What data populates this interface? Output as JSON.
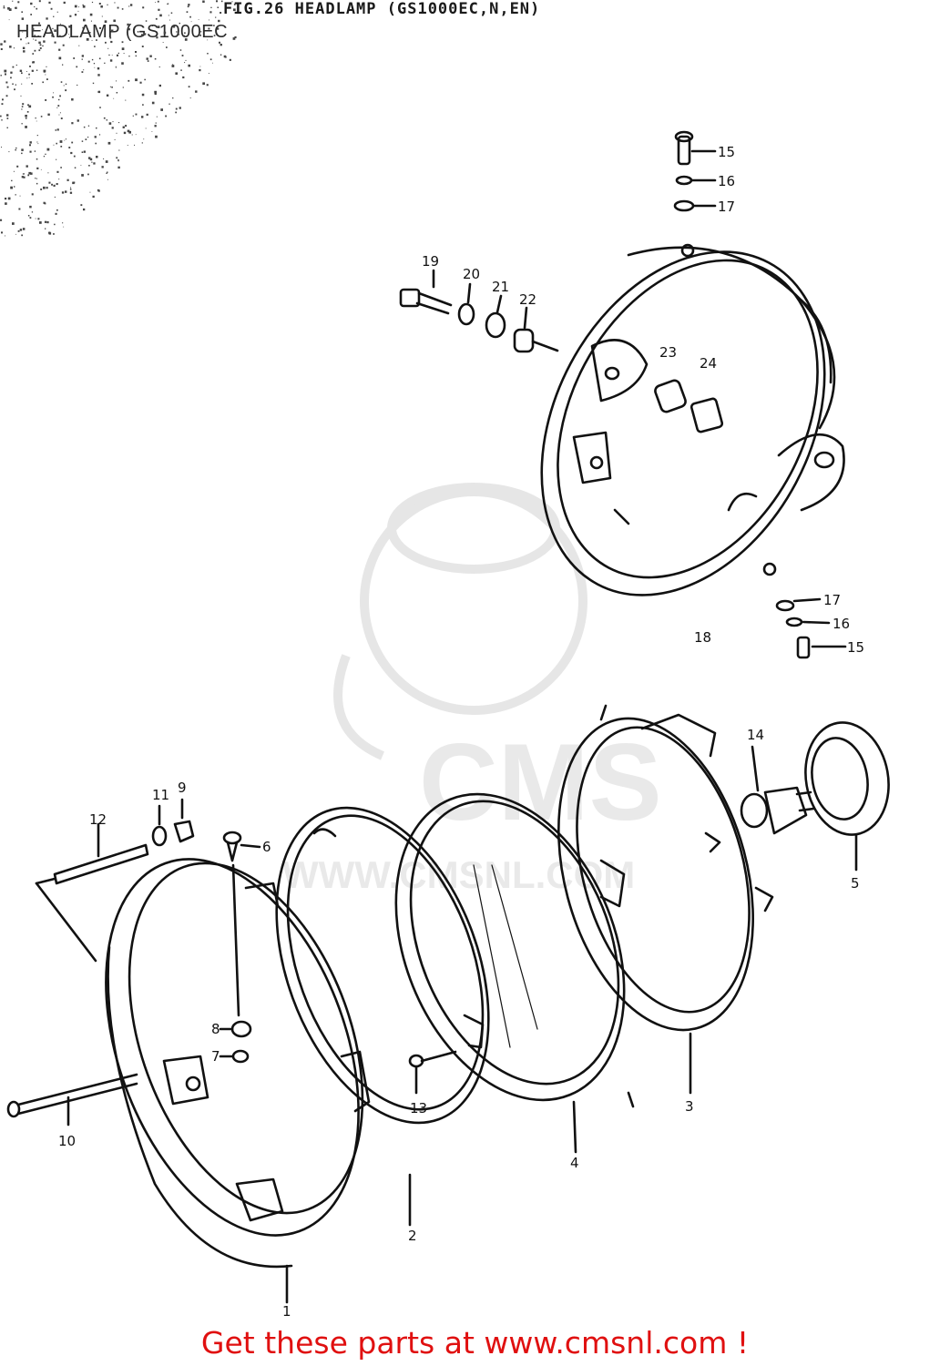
{
  "header": {
    "title_line": "FIG.26 HEADLAMP (GS1000EC,N,EN)",
    "subtitle": "HEADLAMP (GS1000EC"
  },
  "watermark": {
    "brand": "CMS",
    "url": "WWW.CMSNL.COM"
  },
  "footer": {
    "text": "Get these parts at www.cmsnl.com !",
    "color": "#e01010"
  },
  "callouts": [
    {
      "number": "1",
      "part": "headlamp-rim"
    },
    {
      "number": "2",
      "part": "lens-retainer-ring"
    },
    {
      "number": "3",
      "part": "headlamp-housing-inner"
    },
    {
      "number": "4",
      "part": "sealed-beam-lens"
    },
    {
      "number": "5",
      "part": "bulb-socket-cap"
    },
    {
      "number": "6",
      "part": "screw"
    },
    {
      "number": "7",
      "part": "washer"
    },
    {
      "number": "8",
      "part": "nut"
    },
    {
      "number": "9",
      "part": "nut"
    },
    {
      "number": "10",
      "part": "adjusting-screw"
    },
    {
      "number": "11",
      "part": "washer"
    },
    {
      "number": "12",
      "part": "spring"
    },
    {
      "number": "13",
      "part": "screw"
    },
    {
      "number": "14",
      "part": "bulb"
    },
    {
      "number": "15",
      "part": "bolt-top"
    },
    {
      "number": "16",
      "part": "washer-top"
    },
    {
      "number": "17",
      "part": "washer-top"
    },
    {
      "number": "15",
      "part": "bolt-bottom"
    },
    {
      "number": "16",
      "part": "washer-bottom"
    },
    {
      "number": "17",
      "part": "washer-bottom"
    },
    {
      "number": "18",
      "part": "headlamp-case"
    },
    {
      "number": "19",
      "part": "bolt"
    },
    {
      "number": "20",
      "part": "washer"
    },
    {
      "number": "21",
      "part": "washer"
    },
    {
      "number": "22",
      "part": "collar"
    },
    {
      "number": "23",
      "part": "grommet"
    },
    {
      "number": "24",
      "part": "grommet"
    }
  ]
}
